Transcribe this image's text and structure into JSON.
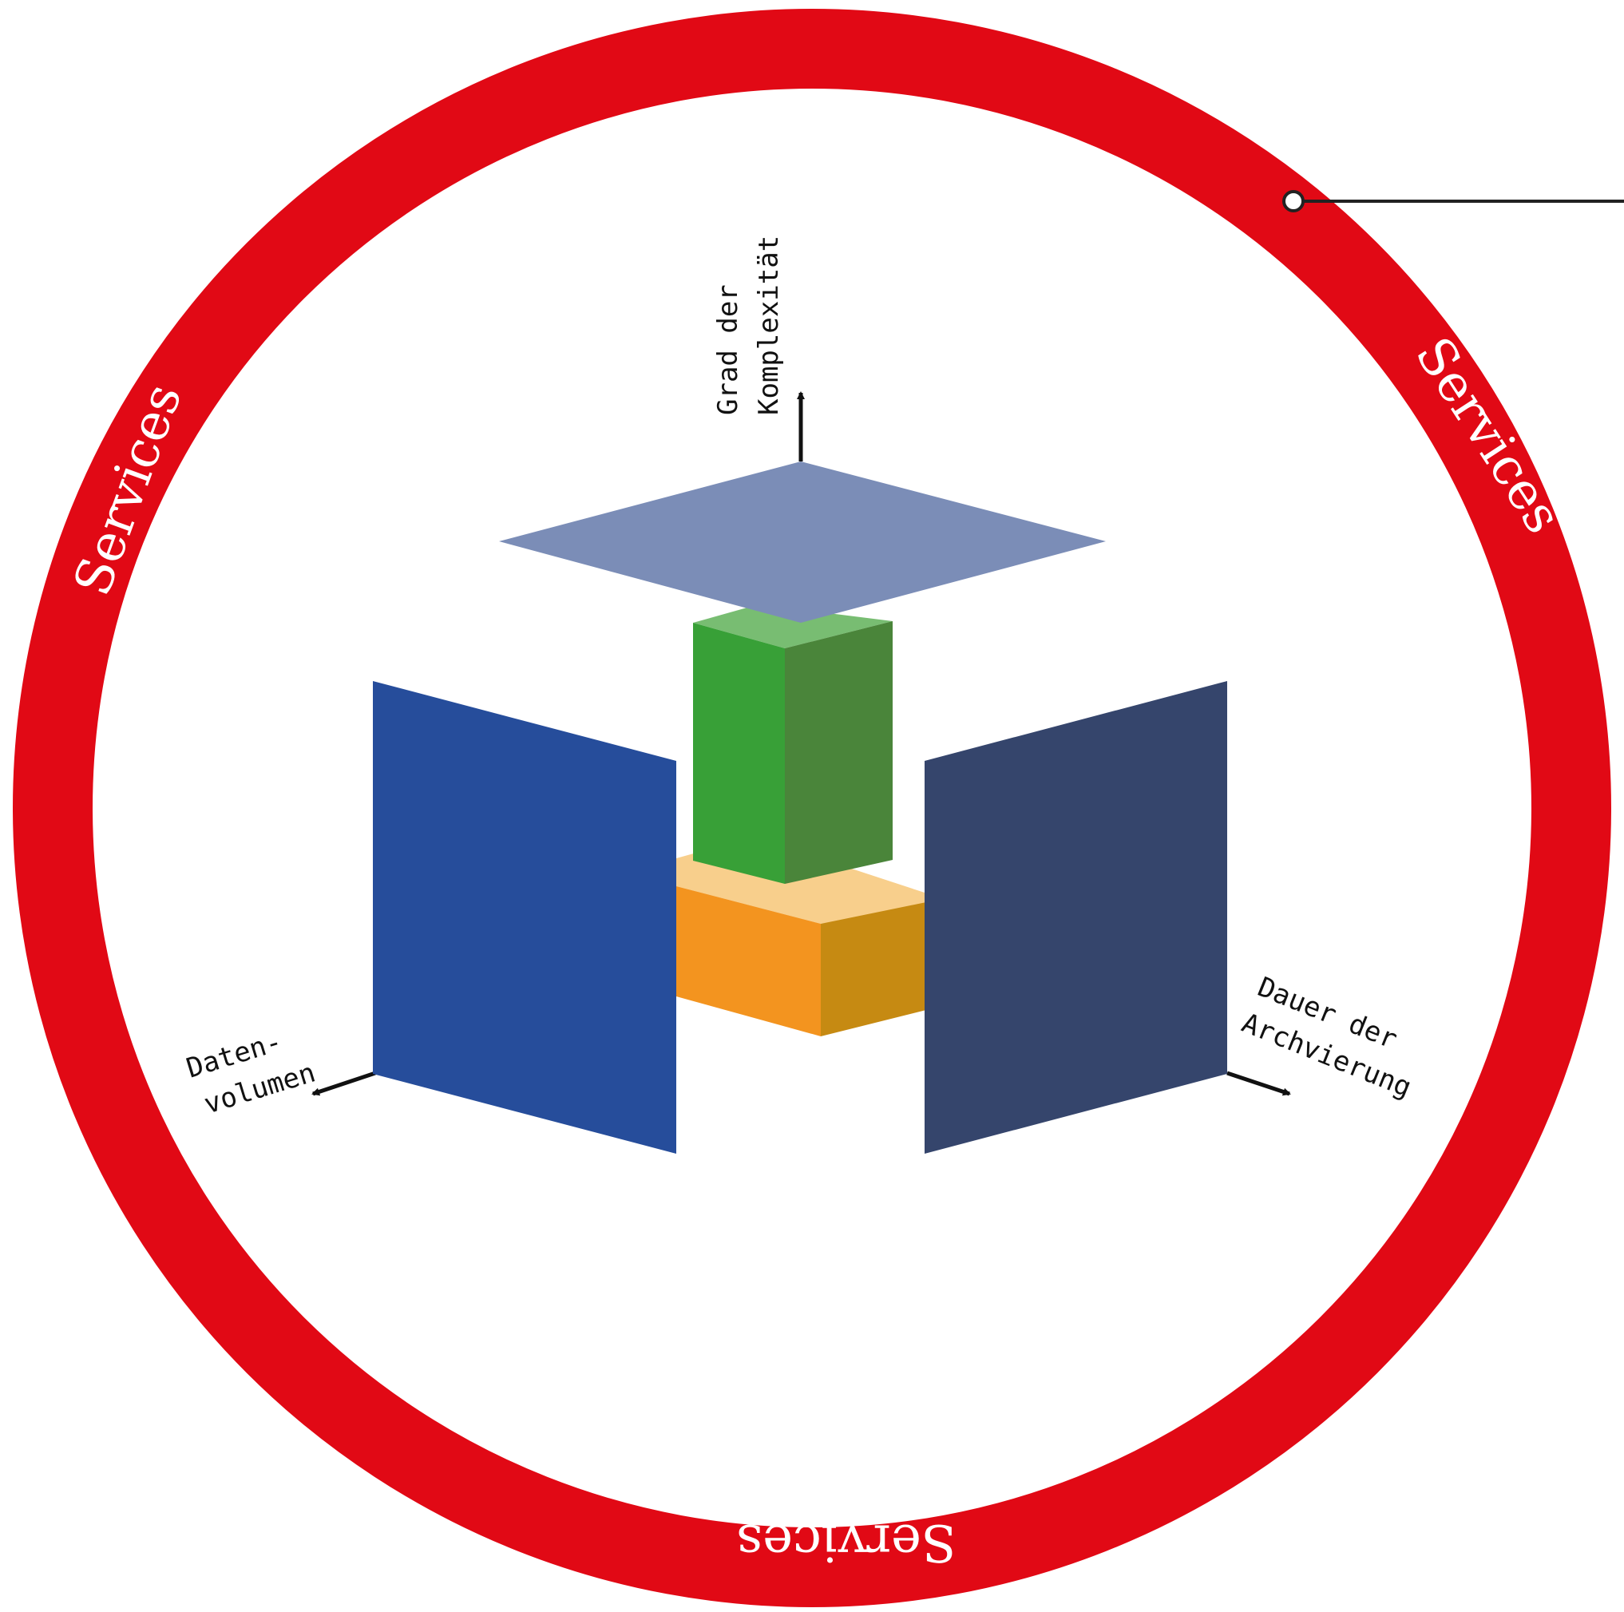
{
  "ring": {
    "label_left": "Services",
    "label_right": "Services",
    "label_bottom": "Services",
    "color": "#e10915"
  },
  "axes": {
    "vertical": {
      "line1": "Grad der",
      "line2": "Komplexität"
    },
    "left": {
      "line1": "Daten-",
      "line2": "volumen"
    },
    "right": {
      "line1": "Dauer der",
      "line2": "Archvierung"
    }
  },
  "colors": {
    "top_panel": "#7b8db7",
    "left_panel": "#264d9b",
    "right_panel": "#35456c",
    "green_top": "#78bd72",
    "green_front": "#38a037",
    "green_side": "#4a853a",
    "orange_top": "#f8cf8c",
    "orange_front": "#f3941f",
    "orange_side": "#c68a12"
  }
}
